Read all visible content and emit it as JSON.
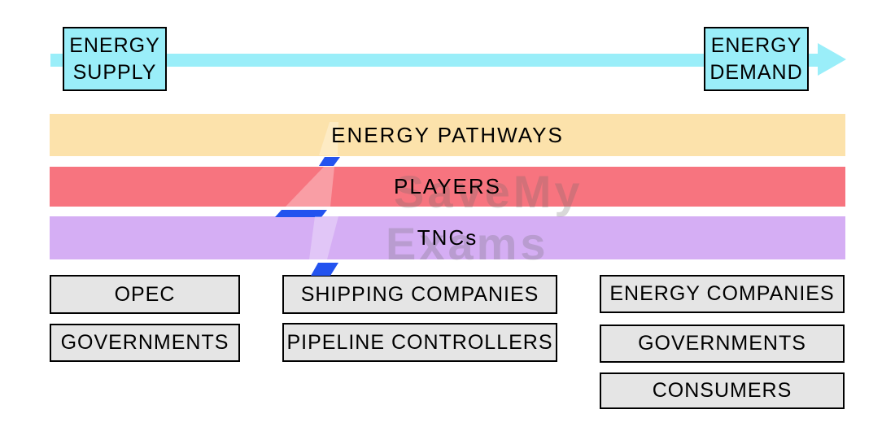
{
  "supply_box": {
    "line1": "ENERGY",
    "line2": "SUPPLY"
  },
  "demand_box": {
    "line1": "ENERGY",
    "line2": "DEMAND"
  },
  "bars": [
    {
      "label": "ENERGY PATHWAYS",
      "color": "#FCE2AB"
    },
    {
      "label": "PLAYERS",
      "color": "#F7747F"
    },
    {
      "label": "TNCs",
      "color": "#D5AEF4"
    }
  ],
  "groups": {
    "left": [
      "OPEC",
      "GOVERNMENTS"
    ],
    "middle": [
      "SHIPPING COMPANIES",
      "PIPELINE CONTROLLERS"
    ],
    "right": [
      "ENERGY COMPANIES",
      "GOVERNMENTS",
      "CONSUMERS"
    ]
  },
  "watermark": {
    "line1": "SaveMy",
    "line2": "Exams"
  },
  "colors": {
    "arrow_cyan": "#9AEEF9",
    "pathways_orange": "#FCE2AB",
    "players_red": "#F7747F",
    "tncs_purple": "#D5AEF4",
    "actor_box_gray": "#E5E5E5",
    "watermark_bolt_blue": "#2353EF",
    "border_black": "#000000"
  }
}
